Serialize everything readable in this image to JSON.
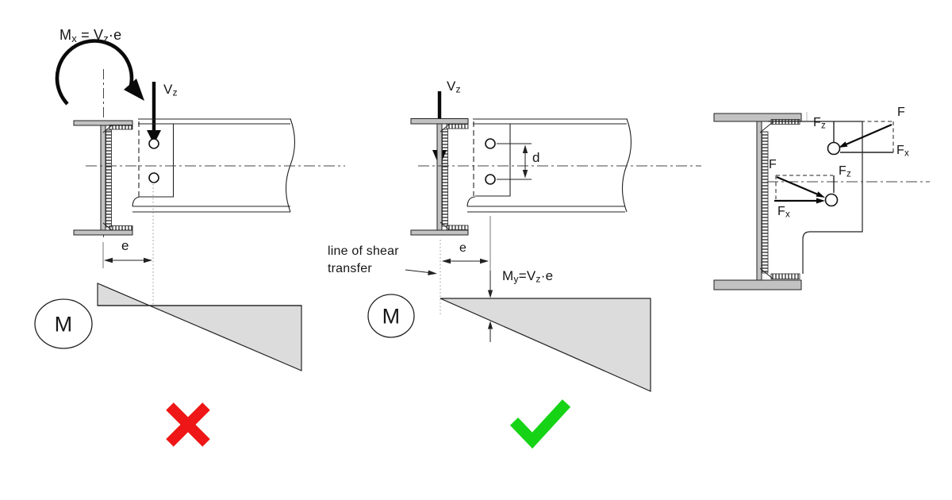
{
  "colors": {
    "line": "#1a1a1a",
    "steel_gray": "#c2c2c2",
    "moment_fill": "#dcdcdc",
    "error_red": "#ee1616",
    "ok_green": "#16d316"
  },
  "labels": {
    "mx_eq": {
      "m": "M",
      "m_sub": "x",
      "mid": " = V",
      "v_sub": "z",
      "tail": "·e"
    },
    "vz_left": {
      "v": "V",
      "sub": "z"
    },
    "vz_mid": {
      "v": "V",
      "sub": "z"
    },
    "e_left": "e",
    "e_mid": "e",
    "d_mid": "d",
    "m_circle_left": "M",
    "m_circle_mid": "M",
    "shear_line_1": "line of shear",
    "shear_line_2": "transfer",
    "my_eq": {
      "m": "M",
      "m_sub": "y",
      "mid": "=V",
      "v_sub": "z",
      "tail": "·e"
    },
    "f_top": "F",
    "fz_top": {
      "f": "F",
      "sub": "z"
    },
    "fx_top": {
      "f": "F",
      "sub": "x"
    },
    "f_bot": "F",
    "fz_bot": {
      "f": "F",
      "sub": "z"
    },
    "fx_bot": {
      "f": "F",
      "sub": "x"
    }
  }
}
